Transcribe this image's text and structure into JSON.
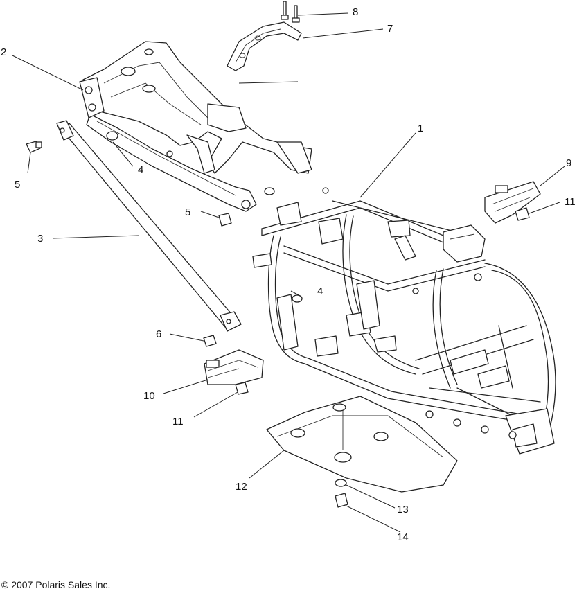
{
  "callouts": [
    {
      "id": "c1",
      "label": "1"
    },
    {
      "id": "c2",
      "label": "2"
    },
    {
      "id": "c3",
      "label": "3"
    },
    {
      "id": "c4a",
      "label": "4"
    },
    {
      "id": "c4b",
      "label": "4"
    },
    {
      "id": "c5a",
      "label": "5"
    },
    {
      "id": "c5b",
      "label": "5"
    },
    {
      "id": "c6",
      "label": "6"
    },
    {
      "id": "c7",
      "label": "7"
    },
    {
      "id": "c8",
      "label": "8"
    },
    {
      "id": "c9",
      "label": "9"
    },
    {
      "id": "c10",
      "label": "10"
    },
    {
      "id": "c11a",
      "label": "11"
    },
    {
      "id": "c11b",
      "label": "11"
    },
    {
      "id": "c12",
      "label": "12"
    },
    {
      "id": "c13",
      "label": "13"
    },
    {
      "id": "c14",
      "label": "14"
    }
  ],
  "copyright": "© 2007 Polaris Sales Inc."
}
